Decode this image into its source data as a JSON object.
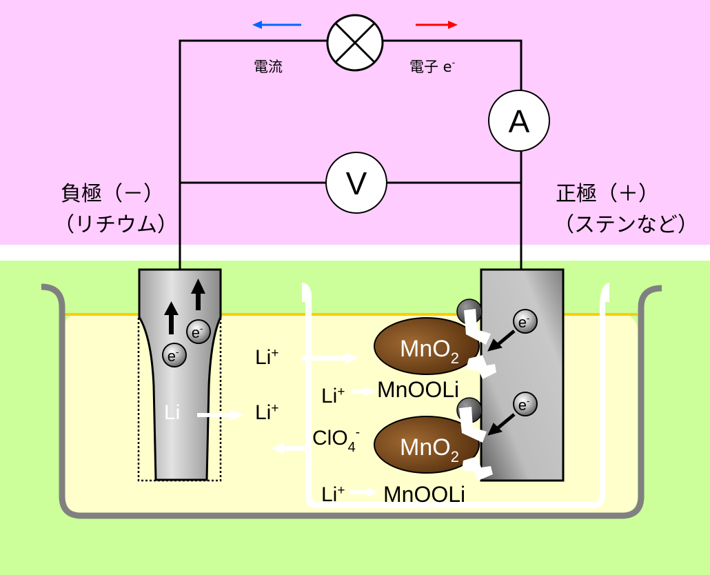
{
  "colors": {
    "circuit_bg": "#ffccff",
    "separator": "#ffffff",
    "lower_bg": "#ccff99",
    "electrolyte": "#ffffcc",
    "electrolyte_surface": "#ffcc00",
    "container": "#808080",
    "current_arrow": "#0066ff",
    "electron_arrow": "#ff0000",
    "mno2": "#7a4a1e",
    "ion_path": "#ffffff"
  },
  "circuit": {
    "lamp_icon": "lamp-cross-icon",
    "current_label": "電流",
    "current_direction": "left",
    "electron_label": "電子 e",
    "electron_sup": "-",
    "electron_direction": "right",
    "ammeter_label": "A",
    "voltmeter_label": "V"
  },
  "negative_electrode": {
    "line1": "負極（－）",
    "line2": "（リチウム）",
    "material_label": "Li",
    "electrons": [
      {
        "label": "e",
        "sup": "-"
      },
      {
        "label": "e",
        "sup": "-"
      }
    ]
  },
  "positive_electrode": {
    "line1": "正極（＋）",
    "line2": "（ステンなど）",
    "electrons": [
      {
        "label": "e",
        "sup": "-"
      },
      {
        "label": "e",
        "sup": "-"
      }
    ]
  },
  "reactions": {
    "li_ion_1": {
      "base": "Li",
      "sup": "+"
    },
    "li_ion_2": {
      "base": "Li",
      "sup": "+"
    },
    "li_ion_3": {
      "base": "Li",
      "sup": "+"
    },
    "li_ion_4": {
      "base": "Li",
      "sup": "+"
    },
    "perchlorate": {
      "base": "ClO",
      "sub": "4",
      "sup": "-"
    },
    "mno2_top": {
      "base": "MnO",
      "sub": "2"
    },
    "mno2_bottom": {
      "base": "MnO",
      "sub": "2"
    },
    "product_top": "MnOOLi",
    "product_bottom": "MnOOLi"
  }
}
